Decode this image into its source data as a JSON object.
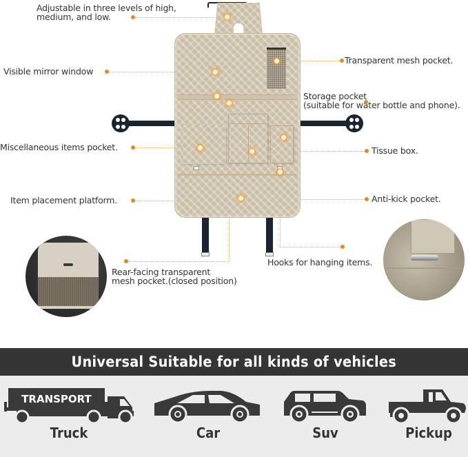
{
  "callouts": {
    "adjustable": {
      "line1": "Adjustable in three levels of high,",
      "line2": "medium, and low."
    },
    "mirror_window": "Visible mirror window",
    "mesh_pocket": "Transparent mesh pocket.",
    "storage_pocket": {
      "line1": "Storage pocket",
      "line2": "(suitable for water bottle and phone)."
    },
    "misc_pocket": "Miscellaneous items pocket.",
    "tissue_box": "Tissue box.",
    "platform": "Item placement platform.",
    "anti_kick": "Anti-kick pocket.",
    "rear_mesh": {
      "line1": "Rear-facing transparent",
      "line2": "mesh pocket.(closed position)"
    },
    "hooks": "Hooks for hanging items."
  },
  "banner": {
    "title": "Universal Suitable for all kinds of vehicles"
  },
  "vehicles": [
    {
      "icon": "truck-icon",
      "label": "Truck",
      "badge": "TRANSPORT"
    },
    {
      "icon": "car-icon",
      "label": "Car"
    },
    {
      "icon": "suv-icon",
      "label": "Suv"
    },
    {
      "icon": "pickup-icon",
      "label": "Pickup"
    }
  ],
  "colors": {
    "accent": "#e08a2a",
    "leather": "#d8ccb6",
    "strap": "#1b2530",
    "band": "#353535",
    "panel": "#ececec",
    "icon": "#3a3a3a"
  }
}
